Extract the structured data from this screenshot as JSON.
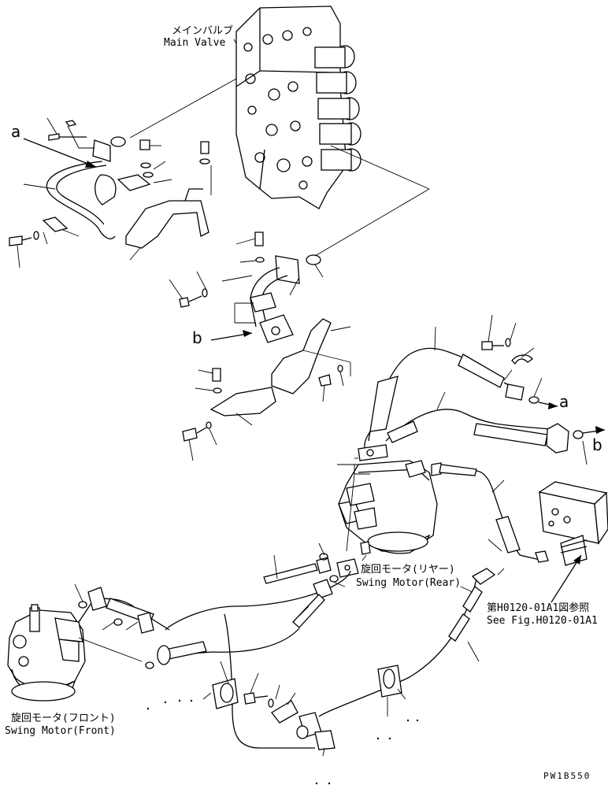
{
  "labels": {
    "main_valve_jp": "メインバルブ",
    "main_valve_en": "Main Valve",
    "swing_motor_rear_jp": "旋回モータ(リヤー)",
    "swing_motor_rear_en": "Swing Motor(Rear)",
    "swing_motor_front_jp": "旋回モータ(フロント)",
    "swing_motor_front_en": "Swing Motor(Front)",
    "ref_jp": "第H0120-01A1図参照",
    "ref_en": "See Fig.H0120-01A1",
    "marker_a": "a",
    "marker_b": "b",
    "drawing_no": "PW1B550"
  }
}
